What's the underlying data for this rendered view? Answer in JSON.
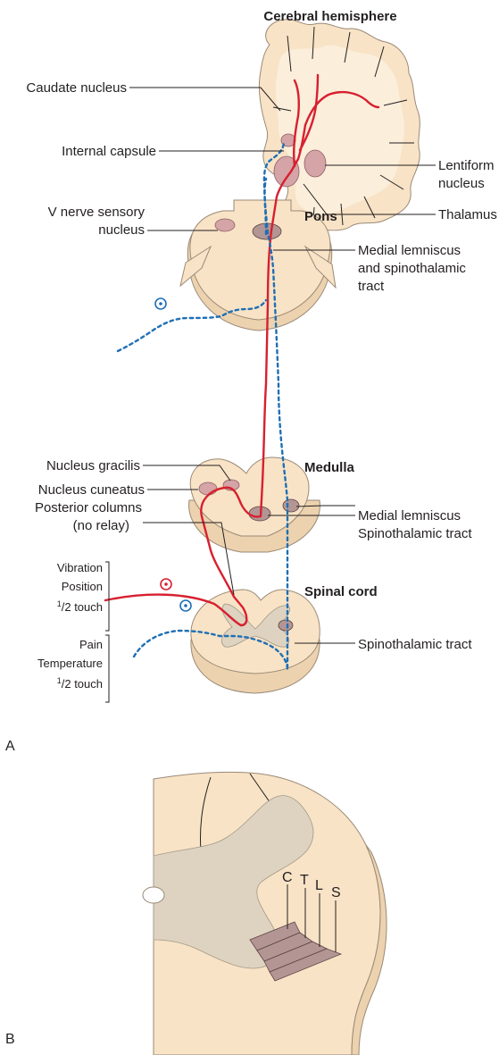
{
  "labels": {
    "cerebral_hemisphere": "Cerebral hemisphere",
    "caudate_nucleus": "Caudate nucleus",
    "internal_capsule": "Internal capsule",
    "lentiform_line1": "Lentiform",
    "lentiform_line2": "nucleus",
    "thalamus": "Thalamus",
    "v_nerve_line1": "V nerve sensory",
    "v_nerve_line2": "nucleus",
    "pons": "Pons",
    "medial_lemniscus_st_line1": "Medial lemniscus",
    "medial_lemniscus_st_line2": "and spinothalamic",
    "medial_lemniscus_st_line3": "tract",
    "nucleus_gracilis": "Nucleus gracilis",
    "medulla": "Medulla",
    "nucleus_cuneatus": "Nucleus cuneatus",
    "medial_lemniscus": "Medial lemniscus",
    "spinothalamic_tract_medulla": "Spinothalamic tract",
    "posterior_columns_line1": "Posterior columns",
    "posterior_columns_line2": "(no relay)",
    "vibration": "Vibration",
    "position": "Position",
    "half_touch_sup_1": "1",
    "half_touch_2": "/2 touch",
    "spinal_cord": "Spinal cord",
    "pain": "Pain",
    "spinothalamic_tract_cord": "Spinothalamic tract",
    "temperature": "Temperature",
    "half_touch_sup_1b": "1",
    "half_touch_2b": "/2 touch",
    "panel_a": "A",
    "panel_b": "B",
    "lamina_c": "C",
    "lamina_t": "T",
    "lamina_l": "L",
    "lamina_s": "S"
  },
  "colors": {
    "posterior_column_pathway": "#d7202f",
    "spinothalamic_pathway": "#1f6fb5",
    "tissue": "#f8e3c6",
    "grey_matter": "#ddd3c0",
    "nucleus": "#d4a4a6",
    "tract_laminae": "#b39694"
  }
}
